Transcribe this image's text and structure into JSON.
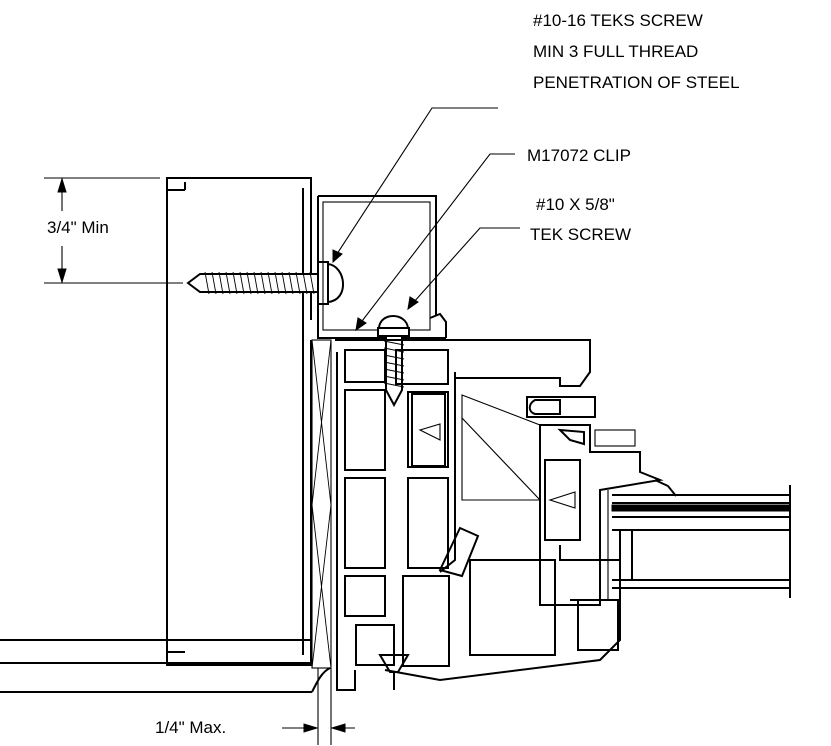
{
  "callouts": {
    "teks_screw": {
      "line1": "#10-16 TEKS SCREW",
      "line2": "MIN 3 FULL THREAD",
      "line3": "PENETRATION OF STEEL"
    },
    "clip": {
      "line1": "M17072 CLIP"
    },
    "tek_screw": {
      "line1": "#10 X 5/8\"",
      "line2": "TEK  SCREW"
    }
  },
  "dimensions": {
    "min_depth": "3/4\" Min",
    "max_gap": "1/4\" Max."
  }
}
